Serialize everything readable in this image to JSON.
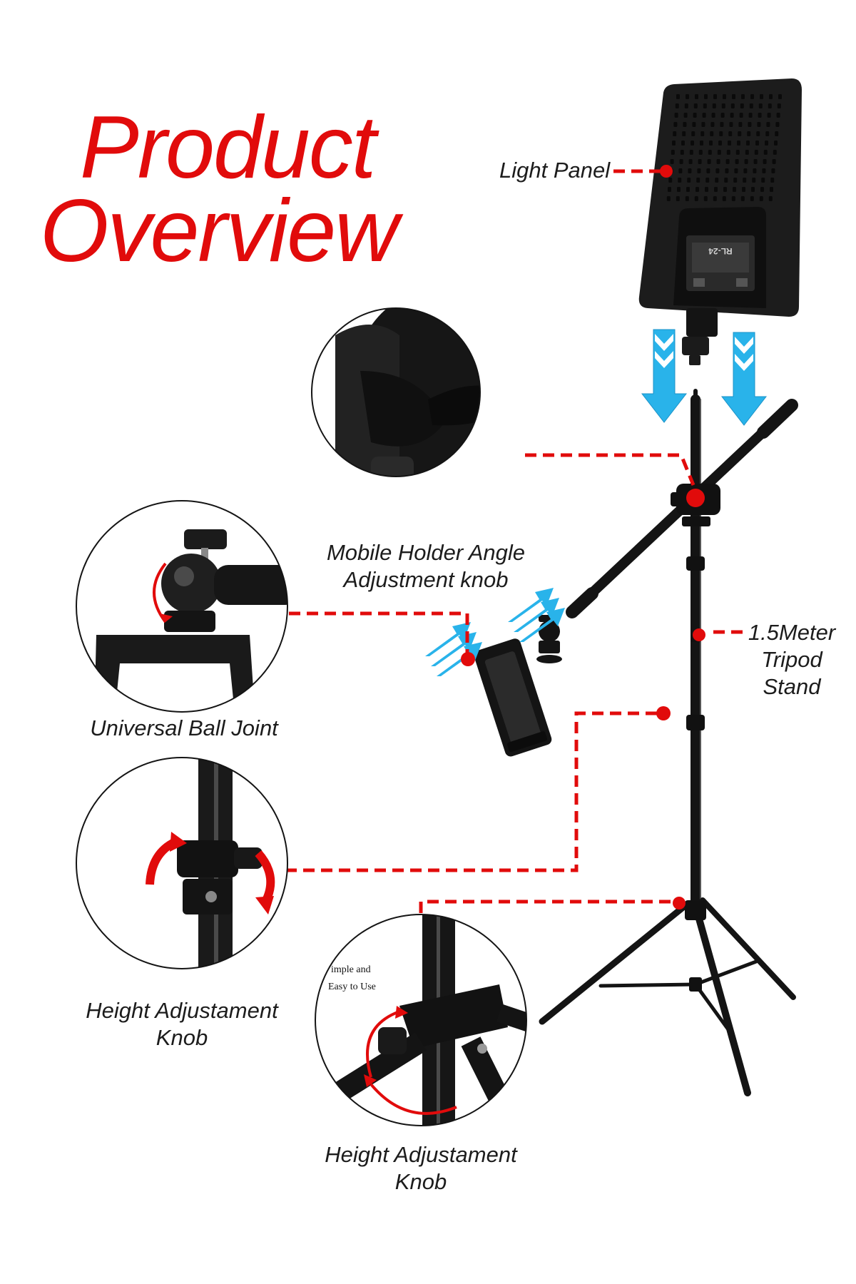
{
  "title": {
    "line1": "Product",
    "line2": "Overview"
  },
  "labels": {
    "light_panel": "Light Panel",
    "holder_knob": [
      "Mobile Holder Angle",
      "Adjustment knob"
    ],
    "tripod": [
      "1.5Meter",
      "Tripod",
      "Stand"
    ],
    "ball_joint": "Universal Ball Joint",
    "height_knob_1": [
      "Height Adjustament",
      "Knob"
    ],
    "height_knob_2": [
      "Height Adjustament",
      "Knob"
    ]
  },
  "inset_text": [
    "imple and",
    "Easy to Use"
  ],
  "panel_text": {
    "model": "RL-24"
  },
  "colors": {
    "accent_red": "#e10b0b",
    "arrow_blue": "#29b3ea",
    "product_black": "#141414"
  }
}
